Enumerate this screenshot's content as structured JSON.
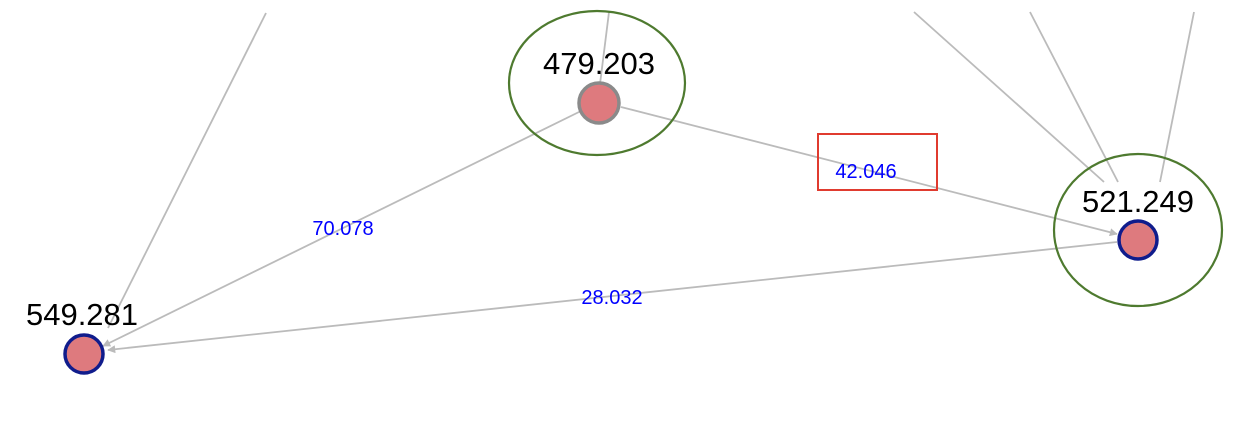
{
  "colors": {
    "edge": "#bbbbbb",
    "edge_label": "#0000ff",
    "node_fill": "#de7a7e",
    "node_border_dark": "#101c8c",
    "node_border_grey": "#8a8a8a",
    "highlight_ring": "#4e7a2f",
    "highlight_box": "#e03b2f"
  },
  "nodes": [
    {
      "id": "n479",
      "label": "479.203",
      "highlighted": true,
      "border": "grey"
    },
    {
      "id": "n521",
      "label": "521.249",
      "highlighted": true,
      "border": "dark"
    },
    {
      "id": "n549",
      "label": "549.281",
      "highlighted": false,
      "border": "dark"
    }
  ],
  "edges": [
    {
      "from": "n479",
      "to": "n521",
      "label": "42.046",
      "boxed": true
    },
    {
      "from": "n479",
      "to": "n549",
      "label": "70.078",
      "boxed": false
    },
    {
      "from": "n521",
      "to": "n549",
      "label": "28.032",
      "boxed": false
    }
  ]
}
